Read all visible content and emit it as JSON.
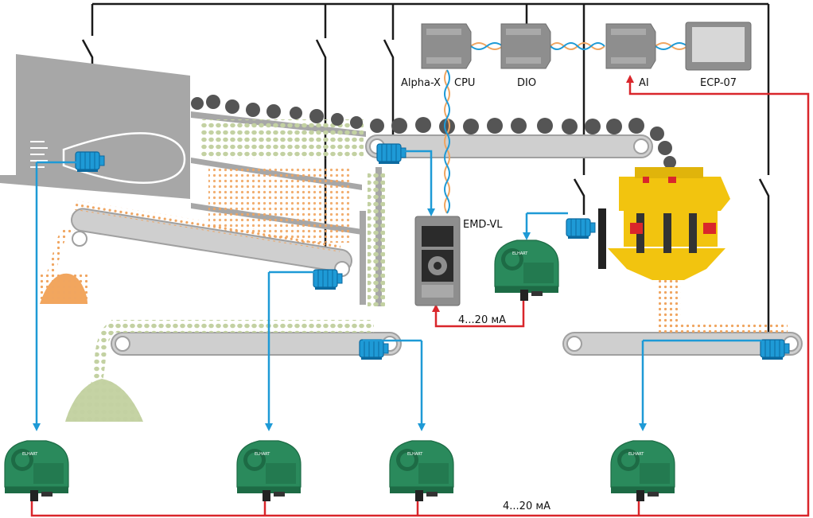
{
  "labels": {
    "alpha_x": "Alpha-X",
    "cpu": "CPU",
    "dio": "DIO",
    "ai": "AI",
    "hmi": "ECP-07",
    "vfd": "EMD-VL",
    "signal_top": "4...20 мА",
    "signal_bottom": "4...20 мА"
  },
  "sensor_brand": "ELHART",
  "colors": {
    "power_line": "#1a1a1a",
    "motor_cable": "#1e9ad6",
    "signal_cable": "#d9262b",
    "motor": "#1e9ad6",
    "sensor": "#2a8a5c",
    "crusher": "#f2c40f",
    "conveyor": "#cfcfcf",
    "coal": "#555555",
    "rock_pile": "#c5d3a4",
    "sand_pile": "#f2a65e"
  },
  "icons": {
    "plc": "plc-module-icon",
    "hmi": "hmi-panel-icon",
    "vfd": "frequency-drive-icon",
    "sensor": "current-sensor-icon",
    "motor": "electric-motor-icon"
  }
}
